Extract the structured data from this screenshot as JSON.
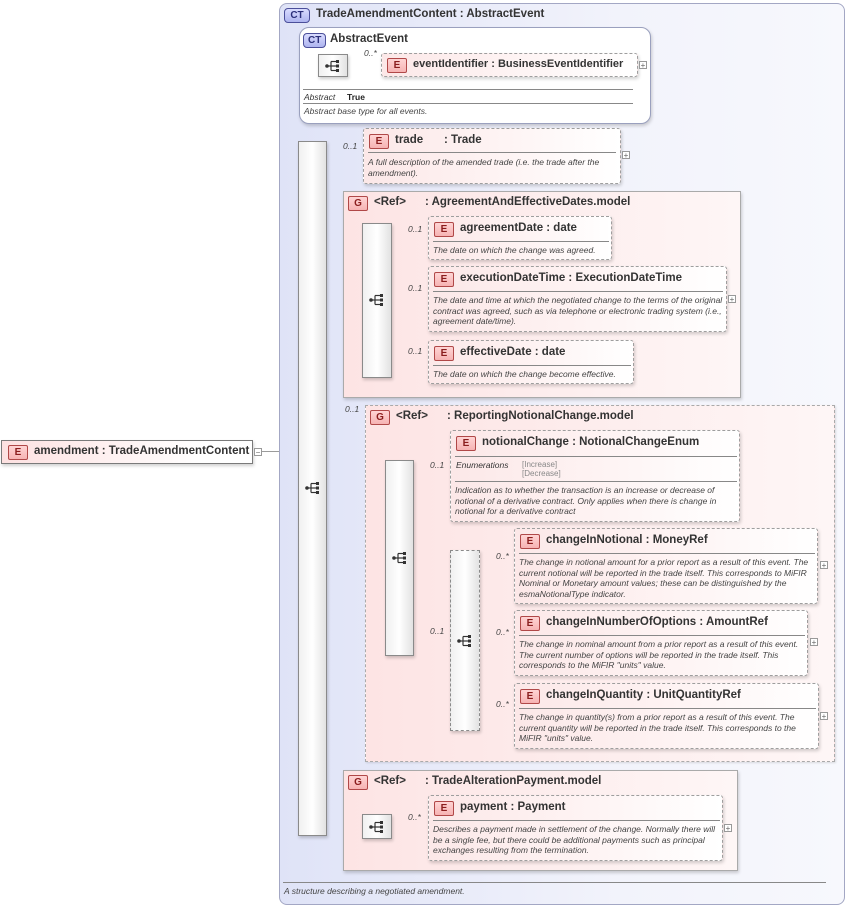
{
  "root_element": {
    "badge": "E",
    "label": "amendment : TradeAmendmentContent",
    "collapse": "−"
  },
  "ct_main": {
    "badge": "CT",
    "title": "TradeAmendmentContent : AbstractEvent",
    "footer_desc": "A structure describing a negotiated amendment."
  },
  "ct_abstract": {
    "badge": "CT",
    "title": "AbstractEvent",
    "occ": "0..*",
    "el_badge": "E",
    "el_label": "eventIdentifier : BusinessEventIdentifier",
    "attr_key": "Abstract",
    "attr_val": "True",
    "desc": "Abstract base type for all events."
  },
  "trade": {
    "occ": "0..1",
    "badge": "E",
    "name": "trade",
    "type": ": Trade",
    "desc": "A full description of the amended trade (i.e. the trade after the amendment)."
  },
  "group_dates": {
    "badge": "G",
    "ref": "<Ref>",
    "title": ": AgreementAndEffectiveDates.model",
    "items": [
      {
        "occ": "0..1",
        "badge": "E",
        "label": "agreementDate : date",
        "desc": "The date on which the change was agreed."
      },
      {
        "occ": "0..1",
        "badge": "E",
        "label": "executionDateTime : ExecutionDateTime",
        "desc": "The date and time at which the negotiated change to the terms of the original contract was agreed, such as via telephone or electronic trading system (i.e., agreement date/time)."
      },
      {
        "occ": "0..1",
        "badge": "E",
        "label": "effectiveDate : date",
        "desc": "The date on which the change become effective."
      }
    ]
  },
  "group_notional": {
    "occ": "0..1",
    "badge": "G",
    "ref": "<Ref>",
    "title": ": ReportingNotionalChange.model",
    "notional_change": {
      "occ": "0..1",
      "badge": "E",
      "label": "notionalChange : NotionalChangeEnum",
      "enum_key": "Enumerations",
      "enum_values": [
        "[Increase]",
        "[Decrease]"
      ],
      "desc": "Indication as to whether the transaction is an increase or decrease of notional of a derivative contract. Only applies when there is change in notional for a derivative contract"
    },
    "choice_occ": "0..1",
    "choice_items": [
      {
        "occ": "0..*",
        "badge": "E",
        "label": "changeInNotional : MoneyRef",
        "desc": "The change in notional amount for a prior report as a result of this event. The current notional will be reported in the trade itself. This corresponds to MiFIR Nominal or Monetary amount values; these can be distinguished by the esmaNotionalType indicator."
      },
      {
        "occ": "0..*",
        "badge": "E",
        "label": "changeInNumberOfOptions : AmountRef",
        "desc": "The change in nominal amount from a prior report as a result of this event. The current number of options will be reported in the trade itself. This corresponds to the MiFIR \"units\" value."
      },
      {
        "occ": "0..*",
        "badge": "E",
        "label": "changeInQuantity : UnitQuantityRef",
        "desc": "The change in quantity(s) from a prior report as a result of this event. The current quantity will be reported in the trade itself. This corresponds to the MiFIR \"units\" value."
      }
    ]
  },
  "group_payment": {
    "badge": "G",
    "ref": "<Ref>",
    "title": ": TradeAlterationPayment.model",
    "item": {
      "occ": "0..*",
      "badge": "E",
      "label": "payment : Payment",
      "desc": "Describes a payment made in settlement of the change. Normally there will be a single fee, but there could be additional payments such as principal exchanges resulting from the termination."
    }
  },
  "icons": {
    "sequence": "sequence-icon",
    "expand": "+",
    "collapse": "−"
  },
  "colors": {
    "element_fill": "#fce8e8",
    "complex_type_fill": "#dfe3f7",
    "group_fill": "#fde4e4",
    "badge_element": "#f6b3b3",
    "badge_ct": "#aeb4ef"
  }
}
